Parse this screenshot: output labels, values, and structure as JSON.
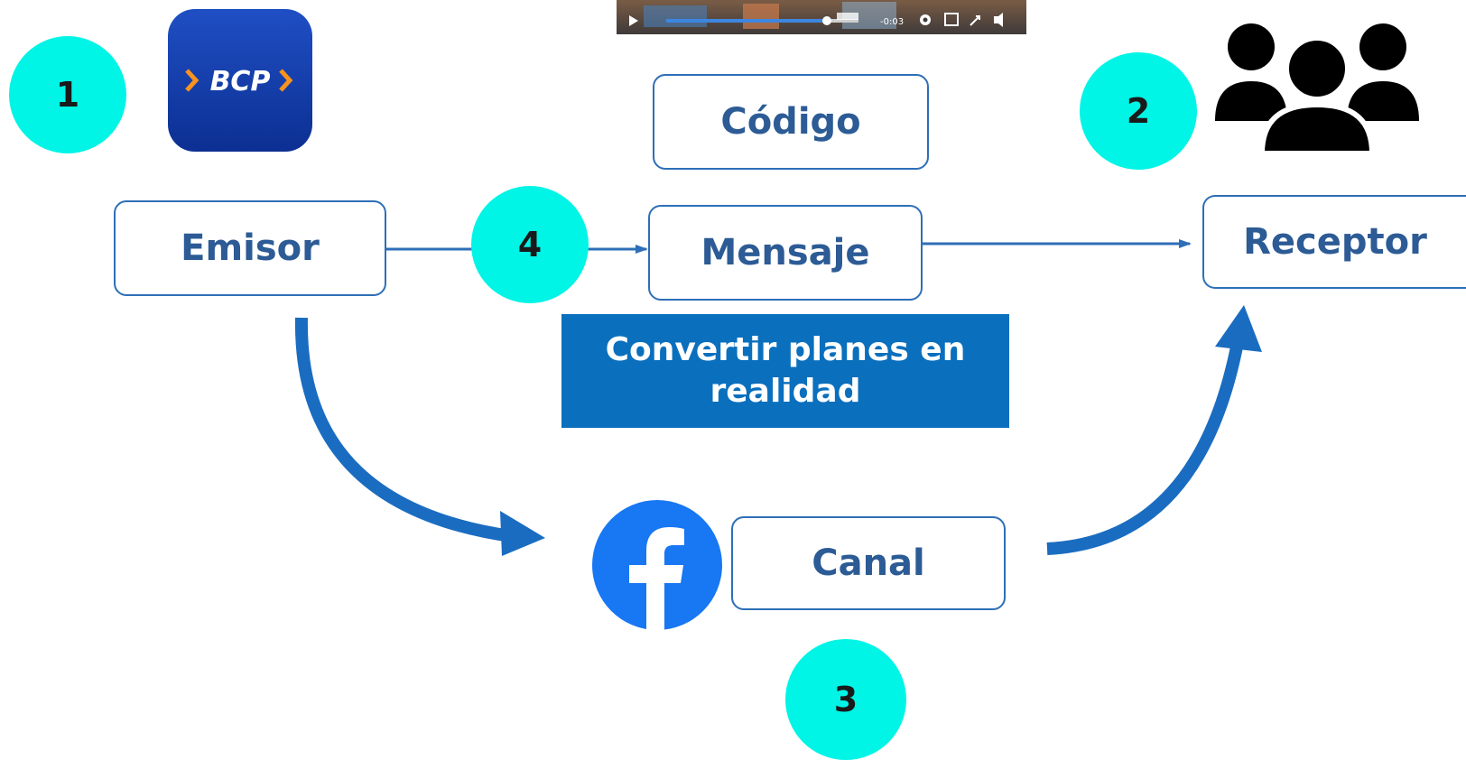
{
  "nodes": {
    "emisor": "Emisor",
    "codigo": "Código",
    "mensaje": "Mensaje",
    "receptor": "Receptor",
    "canal": "Canal"
  },
  "banner": {
    "line1": "Convertir planes en",
    "line2": "realidad"
  },
  "badges": {
    "b1": "1",
    "b2": "2",
    "b3": "3",
    "b4": "4"
  },
  "logos": {
    "bank": "BCP",
    "social": "facebook-icon",
    "audience": "people-group-icon"
  },
  "video": {
    "time": "-0:03"
  },
  "colors": {
    "accent": "#2e6fb7",
    "badge": "#00f5e6",
    "banner": "#0a6fbd",
    "text": "#2c5b95",
    "facebook": "#1877f2"
  }
}
